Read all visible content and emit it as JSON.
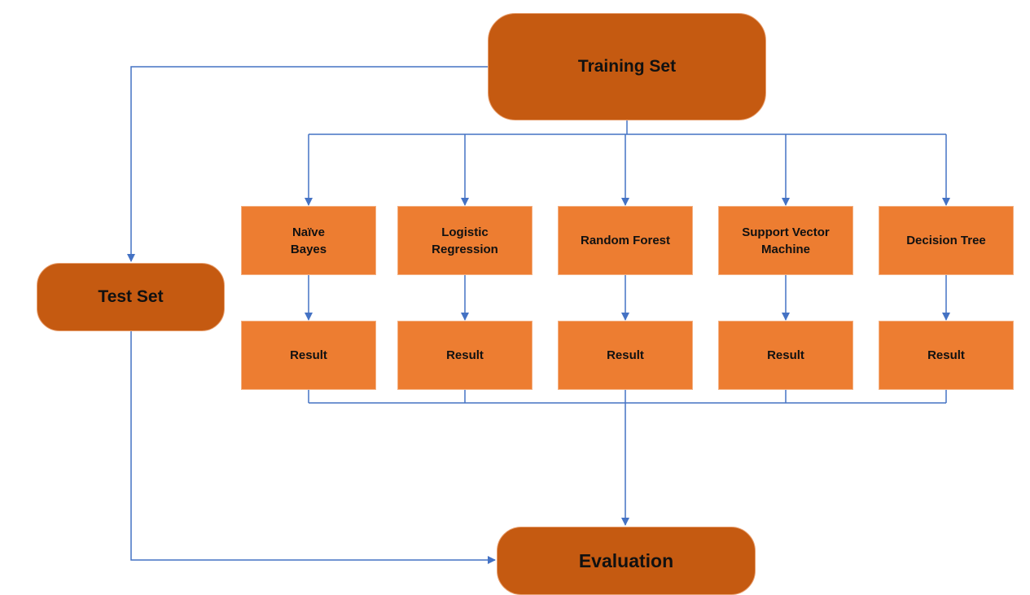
{
  "diagram": {
    "training_set": "Training Set",
    "test_set": "Test Set",
    "evaluation": "Evaluation",
    "models": [
      {
        "label": "Naïve\nBayes",
        "result": "Result"
      },
      {
        "label": "Logistic\nRegression",
        "result": "Result"
      },
      {
        "label": "Random Forest",
        "result": "Result"
      },
      {
        "label": "Support Vector\nMachine",
        "result": "Result"
      },
      {
        "label": "Decision Tree",
        "result": "Result"
      }
    ]
  },
  "colors": {
    "main_node": "#c55a11",
    "model_node": "#ed7d31",
    "connector": "#4472c4"
  }
}
